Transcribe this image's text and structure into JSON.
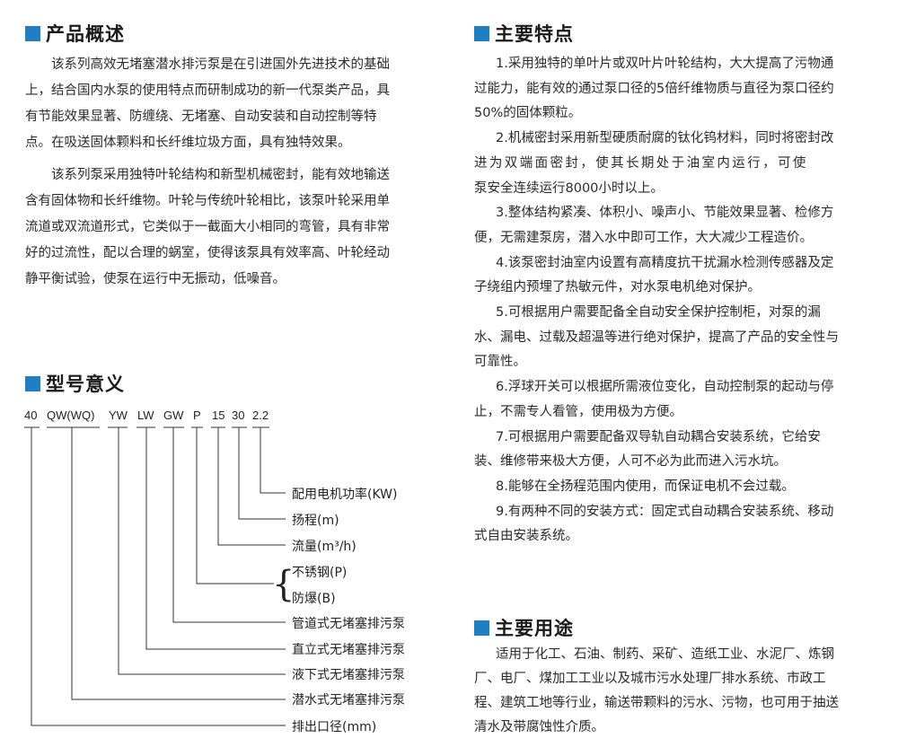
{
  "overview": {
    "title": "产品概述",
    "p1_lines": [
      "该系列高效无堵塞潜水排污泵是在引进国外先进技术的基础",
      "上，结合国内水泵的使用特点而研制成功的新一代泵类产品，具",
      "有节能效果显著、防缠绕、无堵塞、自动安装和自动控制等特",
      "点。在吸送固体颗料和长纤维垃圾方面，具有独特效果。"
    ],
    "p2_lines": [
      "该系列泵采用独特叶轮结构和新型机械密封，能有效地输送",
      "含有固体物和长纤维物。叶轮与传统叶轮相比，该泵叶轮采用单",
      "流道或双流道形式，它类似于一截面大小相同的弯管，具有非常",
      "好的过流性，配以合理的蜗室，使得该泵具有效率高、叶轮经动",
      "静平衡试验，使泵在运行中无振动，低噪音。"
    ]
  },
  "model": {
    "title": "型号意义",
    "codes": [
      "40",
      "QW(WQ)",
      "YW",
      "LW",
      "GW",
      "P",
      "15",
      "30",
      "2.2"
    ],
    "labels": [
      "配用电机功率(KW)",
      "扬程(m)",
      "流量(m³/h)",
      "不锈钢(P)",
      "防爆(B)",
      "管道式无堵塞排污泵",
      "直立式无堵塞排污泵",
      "液下式无堵塞排污泵",
      "潜水式无堵塞排污泵",
      "排出口径(mm)"
    ]
  },
  "features": {
    "title": "主要特点",
    "lines": [
      "1.采用独特的单叶片或双叶片叶轮结构，大大提高了污物通",
      "过能力，能有效的通过泵口径的5倍纤维物质与直径为泵口径约",
      "50%的固体颗粒。",
      "2.机械密封采用新型硬质耐腐的钛化钨材料，同时将密封改",
      "进为双端面密封，使其长期处于油室内运行，可使",
      "泵安全连续运行8000小时以上。",
      "3.整体结构紧凑、体积小、噪声小、节能效果显著、检修方",
      "便，无需建泵房，潜入水中即可工作，大大减少工程造价。",
      "4.该泵密封油室内设置有高精度抗干扰漏水检测传感器及定",
      "子绕组内预埋了热敏元件，对水泵电机绝对保护。",
      "5.可根据用户需要配备全自动安全保护控制柜，对泵的漏",
      "水、漏电、过载及超温等进行绝对保护，提高了产品的安全性与",
      "可靠性。",
      "6.浮球开关可以根据所需液位变化，自动控制泵的起动与停",
      "止，不需专人看管，使用极为方便。",
      "7.可根据用户需要配备双导轨自动耦合安装系统，它给安",
      "装、维修带来极大方便，人可不必为此而进入污水坑。",
      "8.能够在全扬程范围内使用，而保证电机不会过载。",
      "9.有两种不同的安装方式：固定式自动耦合安装系统、移动",
      "式自由安装系统。"
    ]
  },
  "usage": {
    "title": "主要用途",
    "lines": [
      "适用于化工、石油、制药、采矿、造纸工业、水泥厂、炼钢",
      "厂、电厂、煤加工工业以及城市污水处理厂排水系统、市政工",
      "程、建筑工地等行业，输送带颗料的污水、污物，也可用于抽送",
      "清水及带腐蚀性介质。"
    ]
  },
  "accent_color": "#1f7fc4"
}
